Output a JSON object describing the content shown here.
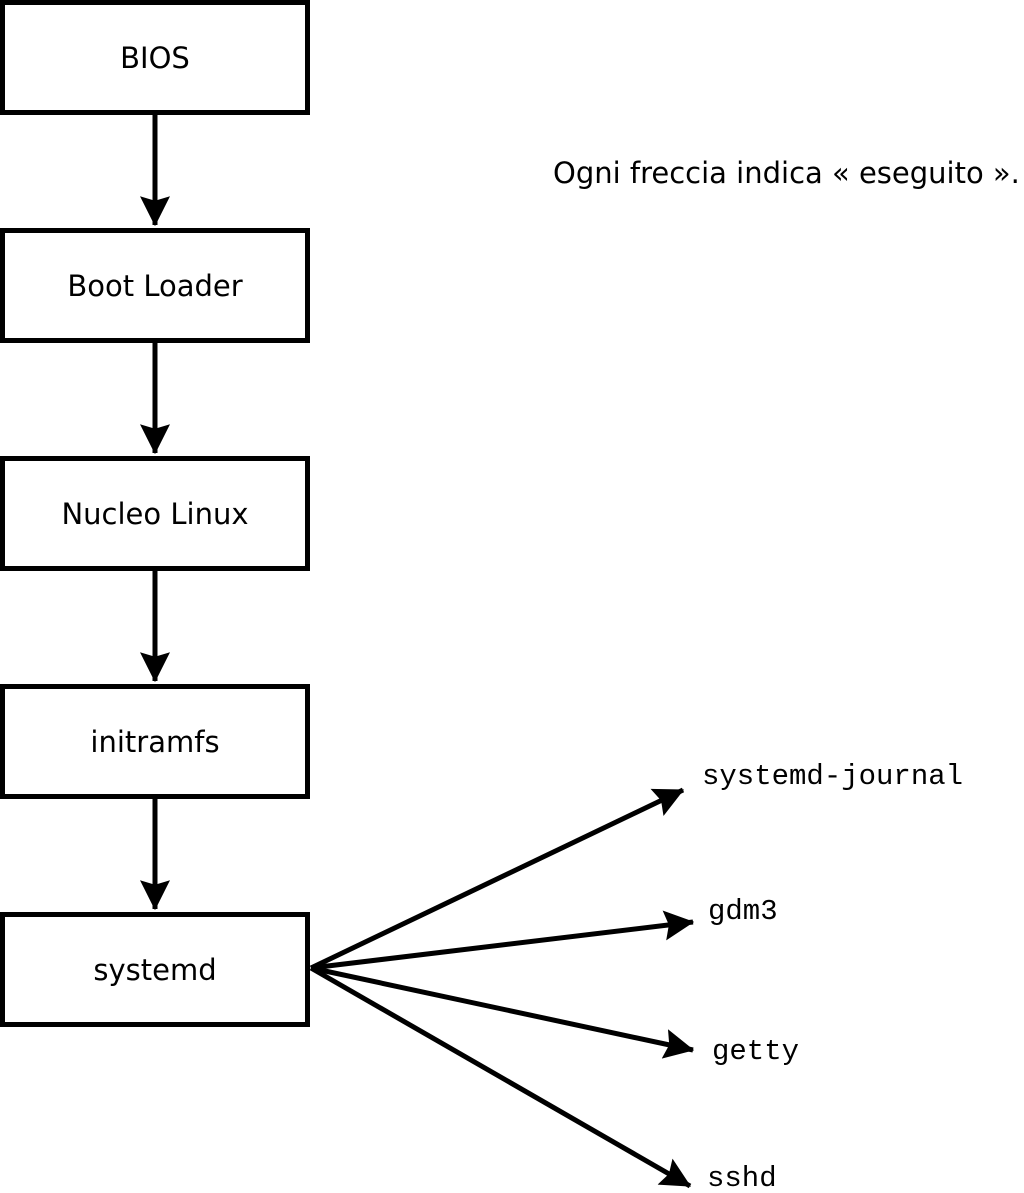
{
  "caption": "Ogni freccia indica « eseguito ».",
  "flow_nodes": [
    {
      "id": "bios",
      "label": "BIOS"
    },
    {
      "id": "bootloader",
      "label": "Boot Loader"
    },
    {
      "id": "kernel",
      "label": "Nucleo Linux"
    },
    {
      "id": "initramfs",
      "label": "initramfs"
    },
    {
      "id": "systemd",
      "label": "systemd"
    }
  ],
  "spawned_processes": [
    {
      "id": "systemd-journal",
      "label": "systemd-journal"
    },
    {
      "id": "gdm3",
      "label": "gdm3"
    },
    {
      "id": "getty",
      "label": "getty"
    },
    {
      "id": "sshd",
      "label": "sshd"
    }
  ],
  "colors": {
    "line": "#000000",
    "background": "#ffffff",
    "text": "#000000"
  }
}
